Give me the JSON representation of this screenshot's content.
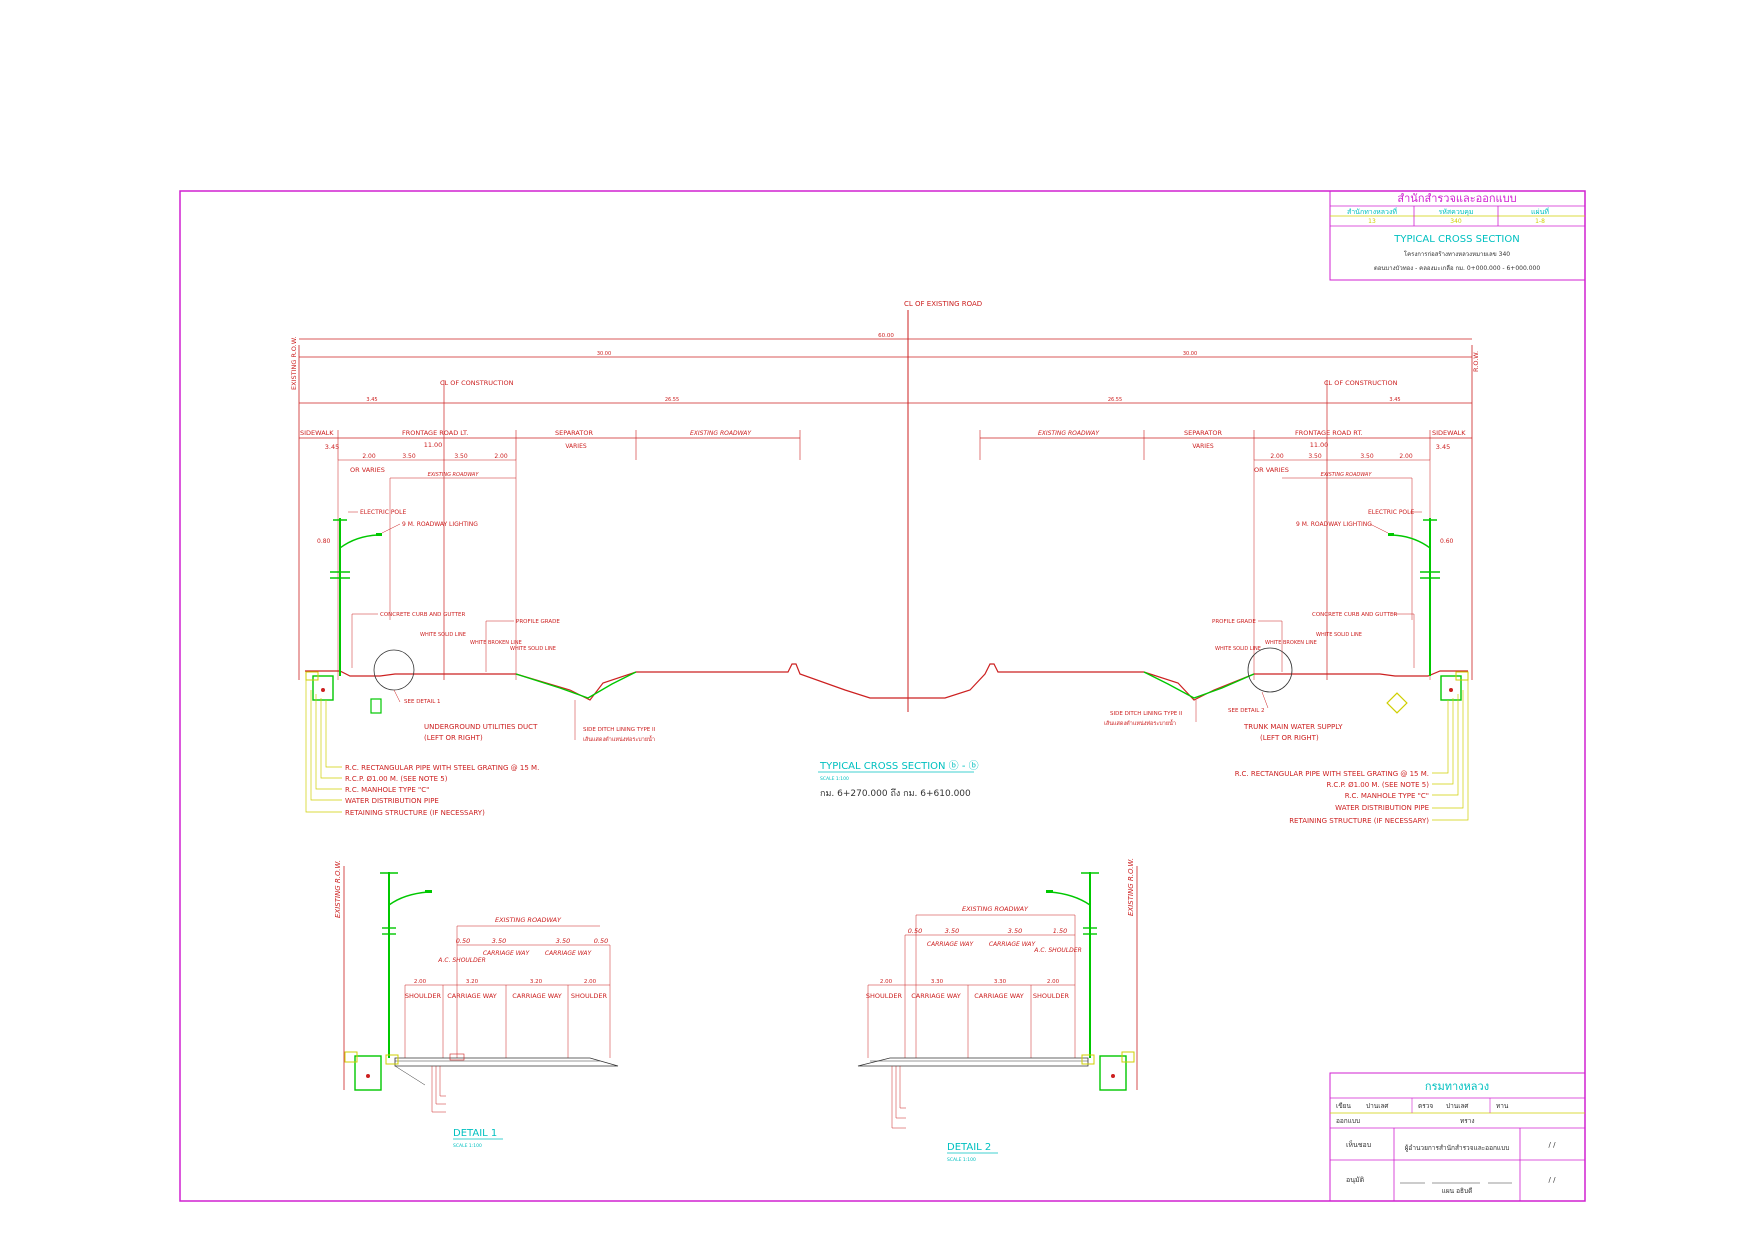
{
  "title_block": {
    "org": "สำนักสำรวจและออกแบบ",
    "headers": [
      "สำนักทางหลวงที่",
      "รหัสควบคุม",
      "แผ่นที่"
    ],
    "values": [
      "13",
      "340",
      "1-8"
    ],
    "sheet_title": "TYPICAL CROSS SECTION",
    "project": "โครงการก่อสร้างทางหลวงหมายเลข 340",
    "segment": "ตอนบางบัวทอง - คลองมะเกลือ กม. 0+000.000 - 6+000.000"
  },
  "bottom_block": {
    "dept": "กรมทางหลวง",
    "row1": [
      "เขียน",
      "ปานเลศ",
      "ตรวจ",
      "ปานเลศ",
      "ทาน"
    ],
    "row2": [
      "ออกแบบ",
      "",
      "ทราง"
    ],
    "approve_label": "เห็นชอบ",
    "approve_name": "ผู้อำนวยการสำนักสำรวจและออกแบบ",
    "approve_date": "/ /",
    "authorize_label": "อนุมัติ",
    "authorize_name": "แผน อธิบดี",
    "authorize_date": "/ /"
  },
  "main_section": {
    "centerline_label": "CL OF EXISTING ROAD",
    "row_left": "EXISTING R.O.W.",
    "row_right": "R.O.W.",
    "total_width": "60.00",
    "half_left": "30.00",
    "half_right": "30.00",
    "left_construction": "CL OF CONSTRUCTION",
    "right_construction": "CL OF CONSTRUCTION",
    "left_seg": [
      "3.45",
      "26.55"
    ],
    "right_seg": [
      "26.55",
      "3.45"
    ],
    "left_labels": [
      "SIDEWALK",
      "FRONTAGE ROAD LT.",
      "SEPARATOR",
      "EXISTING ROADWAY"
    ],
    "right_labels": [
      "EXISTING ROADWAY",
      "SEPARATOR",
      "FRONTAGE ROAD RT.",
      "SIDEWALK"
    ],
    "left_dims": [
      "3.45",
      "11.00",
      "2.00",
      "3.50",
      "3.50",
      "2.00",
      "VARIES",
      "OR VARIES"
    ],
    "right_dims": [
      "VARIES",
      "11.00",
      "2.00",
      "3.50",
      "3.50",
      "2.00",
      "3.45",
      "OR VARIES"
    ],
    "existing_roadway_small": "EXISTING ROADWAY",
    "electric_pole": "ELECTRIC POLE",
    "lighting": "9 M. ROADWAY LIGHTING",
    "offset_left": "0.80",
    "offset_right": "0.60",
    "concrete_curb": "CONCRETE CURB AND GUTTER",
    "profile_grade": "PROFILE GRADE",
    "white_solid": "WHITE SOLID LINE",
    "white_broken": "WHITE BROKEN LINE",
    "see_detail_1": "SEE DETAIL 1",
    "see_detail_2": "SEE DETAIL 2",
    "side_ditch": "SIDE DITCH LINING TYPE II",
    "side_ditch_th": "เส้นแสดงตำแหน่งท่อระบายน้ำ",
    "utilities_left": [
      "UNDERGROUND UTILITIES DUCT",
      "(LEFT OR RIGHT)"
    ],
    "utilities_right": [
      "TRUNK MAIN WATER SUPPLY",
      "(LEFT OR RIGHT)"
    ],
    "notes_left": [
      "R.C. RECTANGULAR PIPE WITH STEEL GRATING @ 15 M.",
      "R.C.P. Ø1.00 M. (SEE NOTE 5)",
      "R.C. MANHOLE TYPE \"C\"",
      "WATER DISTRIBUTION PIPE",
      "RETAINING STRUCTURE (IF NECESSARY)"
    ],
    "notes_right": [
      "R.C. RECTANGULAR PIPE WITH STEEL GRATING @ 15 M.",
      "R.C.P. Ø1.00 M. (SEE NOTE 5)",
      "R.C. MANHOLE TYPE \"C\"",
      "WATER DISTRIBUTION PIPE",
      "RETAINING STRUCTURE (IF NECESSARY)"
    ],
    "section_title": "TYPICAL CROSS SECTION ⓑ - ⓑ",
    "section_scale": "SCALE 1:100",
    "station": "กม. 6+270.000 ถึง กม. 6+610.000"
  },
  "detail1": {
    "row": "EXISTING R.O.W.",
    "header": "EXISTING ROADWAY",
    "top_dims": [
      "0.50",
      "3.50",
      "3.50",
      "0.50"
    ],
    "top_labels": [
      "A.C. SHOULDER",
      "CARRIAGE WAY",
      "CARRIAGE WAY"
    ],
    "bottom_dims": [
      "2.00",
      "3.20",
      "3.20",
      "2.00"
    ],
    "bottom_labels": [
      "SHOULDER",
      "CARRIAGE WAY",
      "CARRIAGE WAY",
      "SHOULDER"
    ],
    "title": "DETAIL 1",
    "scale": "SCALE 1:100"
  },
  "detail2": {
    "row": "EXISTING R.O.W.",
    "header": "EXISTING ROADWAY",
    "top_dims": [
      "0.50",
      "3.50",
      "3.50",
      "1.50"
    ],
    "top_labels": [
      "CARRIAGE WAY",
      "CARRIAGE WAY",
      "A.C. SHOULDER"
    ],
    "bottom_dims": [
      "2.00",
      "3.30",
      "3.30",
      "2.00"
    ],
    "bottom_labels": [
      "SHOULDER",
      "CARRIAGE WAY",
      "CARRIAGE WAY",
      "SHOULDER"
    ],
    "title": "DETAIL 2",
    "scale": "SCALE 1:100"
  },
  "colors": {
    "border": "#d020d0",
    "road": "#cc2020",
    "structure": "#00c800",
    "annotation": "#cfcf00",
    "title": "#00c0c0"
  }
}
